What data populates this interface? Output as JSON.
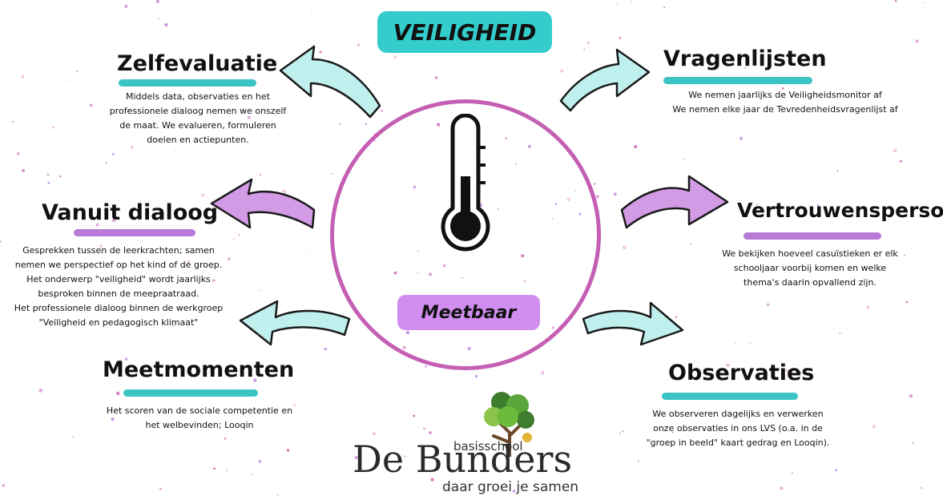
{
  "title": "VEILIGHEID",
  "subtitle": "Meetbaar",
  "sections": {
    "zelfevaluatie": {
      "heading": "Zelfevaluatie",
      "lines": [
        "Middels data, observaties en het",
        "professionele dialoog nemen we onszelf",
        "de maat. We evalueren, formuleren",
        "doelen en actiepunten."
      ]
    },
    "vragenlijsten": {
      "heading": "Vragenlijsten",
      "lines": [
        "We nemen jaarlijks de Veiligheidsmonitor af",
        "We nemen elke jaar de Tevredenheidsvragenlijst af"
      ]
    },
    "vanuit_dialoog": {
      "heading": "Vanuit dialoog",
      "lines": [
        "Gesprekken tussen de leerkrachten; samen",
        "nemen we perspectief op het kind of de groep.",
        "Het onderwerp \"veiligheid\" wordt jaarlijks",
        "besproken binnen de meepraatraad.",
        "Het professionele dialoog binnen de werkgroep",
        "\"Veiligheid en pedagogisch klimaat\""
      ]
    },
    "vertrouwenspersoon": {
      "heading": "Vertrouwenspersoon",
      "lines": [
        "We bekijken hoeveel casuïstieken er elk",
        "schooljaar voorbij komen en welke",
        "thema's daarin opvallend zijn."
      ]
    },
    "meetmomenten": {
      "heading": "Meetmomenten",
      "lines": [
        "Het scoren van de sociale competentie en",
        "het welbevinden; Looqin"
      ]
    },
    "observaties": {
      "heading": "Observaties",
      "lines": [
        "We observeren dagelijks en verwerken",
        "onze observaties in ons LVS (o.a. in de",
        "\"groep in beeld\" kaart gedrag en Looqin)."
      ]
    }
  },
  "logo": {
    "school_label": "basisschool",
    "name": "De Bunders",
    "tagline": "daar groei je samen"
  },
  "colors": {
    "teal": "#35cccc",
    "purple": "#d18ef0",
    "circle": "#c45fb4",
    "arrow_teal": "#bff0ee",
    "arrow_purple": "#d39ae6"
  },
  "icons": [
    "thermometer-icon",
    "tree-icon"
  ]
}
